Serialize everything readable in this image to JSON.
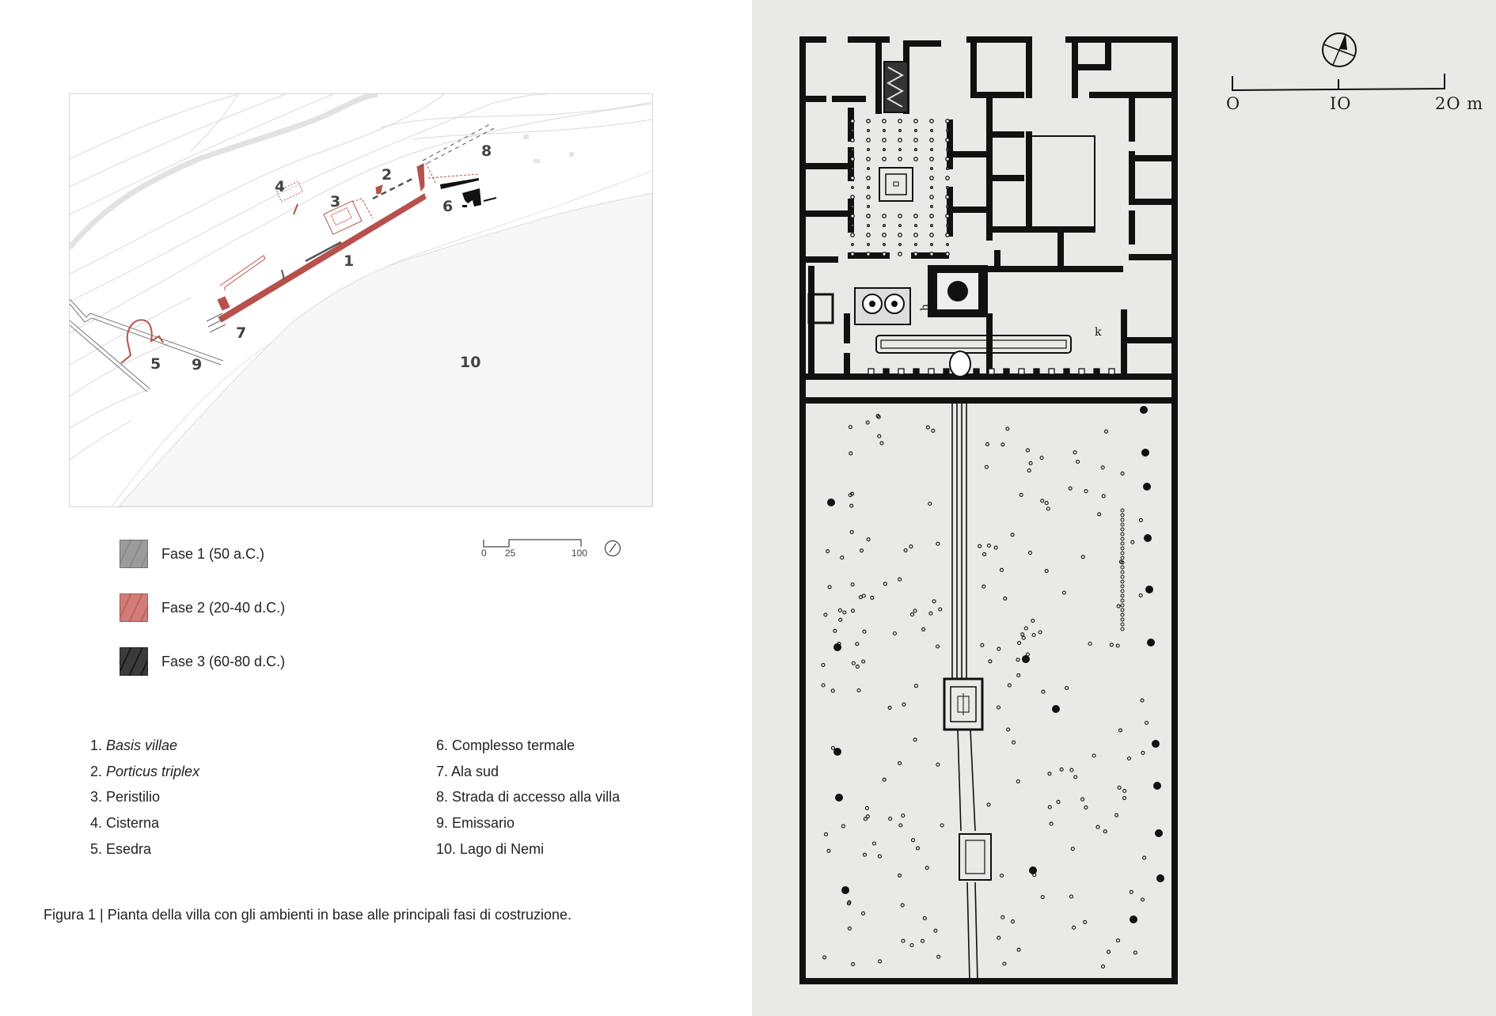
{
  "map": {
    "labels": [
      "1",
      "2",
      "3",
      "4",
      "5",
      "6",
      "7",
      "8",
      "9",
      "10"
    ]
  },
  "legend": [
    {
      "label": "Fase 1 (50 a.C.)",
      "color": "#9b9b9b"
    },
    {
      "label": "Fase 2 (20-40 d.C.)",
      "color": "#d27c79"
    },
    {
      "label": "Fase 3 (60-80 d.C.)",
      "color": "#3b3b3b"
    }
  ],
  "map_scale": {
    "ticks": [
      "0",
      "25",
      "100"
    ],
    "north_icon": "north-arrow-icon"
  },
  "key_left": [
    {
      "num": "1.",
      "text": "Basis villae"
    },
    {
      "num": "2.",
      "text": "Porticus triplex"
    },
    {
      "num": "3.",
      "text": "Peristilio"
    },
    {
      "num": "4.",
      "text": "Cisterna"
    },
    {
      "num": "5.",
      "text": "Esedra"
    }
  ],
  "key_right": [
    {
      "num": "6.",
      "text": "Complesso termale"
    },
    {
      "num": "7.",
      "text": "Ala sud"
    },
    {
      "num": "8.",
      "text": "Strada di accesso alla villa"
    },
    {
      "num": "9.",
      "text": "Emissario"
    },
    {
      "num": "10.",
      "text": "Lago di Nemi"
    }
  ],
  "caption": "Figura 1 | Pianta della villa con gli ambienti in base alle principali fasi di costruzione.",
  "plan": {
    "scale_ticks": [
      "O",
      "IO",
      "2O m"
    ],
    "room_letters": [
      "h",
      "k"
    ],
    "compass_icon": "compass-icon"
  },
  "colors": {
    "phase2_red": "#b8504c",
    "plan_ink": "#111111",
    "plate_bg": "#e9e9e8"
  }
}
